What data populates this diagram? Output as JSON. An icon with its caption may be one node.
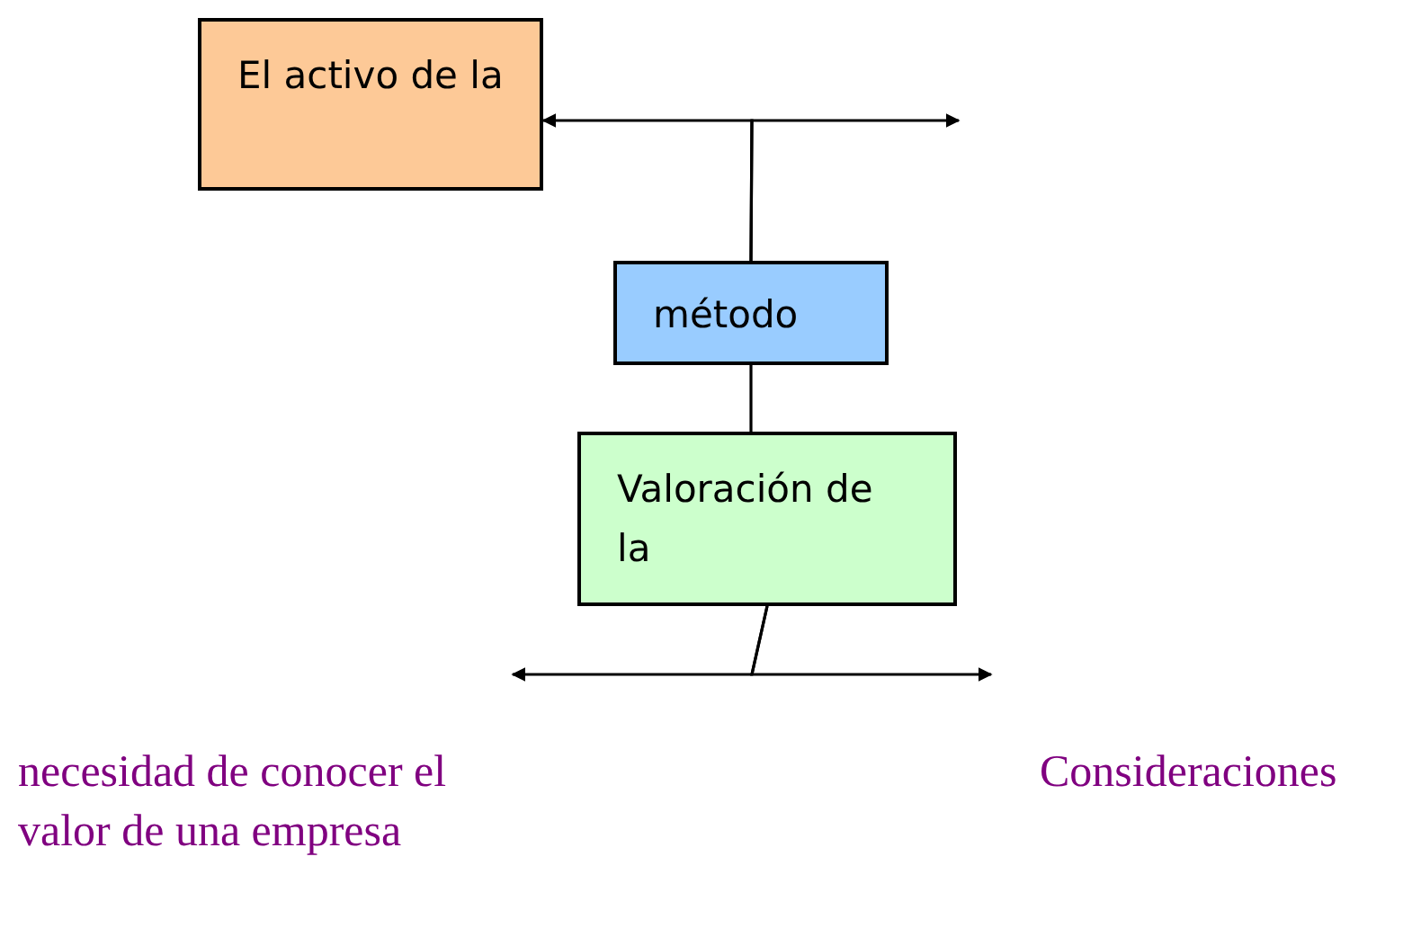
{
  "diagram": {
    "nodes": [
      {
        "text": [
          "El activo de la"
        ]
      },
      {
        "text": [
          "método"
        ]
      },
      {
        "text": [
          "Valoración de la"
        ]
      }
    ],
    "edges": [
      {
        "from": 1,
        "to": 0,
        "arrow": "to"
      },
      {
        "from": 1,
        "to": null,
        "arrow": "to"
      },
      {
        "from": 1,
        "to": 2,
        "arrow": "none"
      },
      {
        "from": 2,
        "to": null,
        "arrow": "to"
      },
      {
        "from": 2,
        "to": null,
        "arrow": "to"
      }
    ],
    "labels": [
      "necesidad de conocer el valor de una empresa",
      "Consideraciones"
    ]
  }
}
